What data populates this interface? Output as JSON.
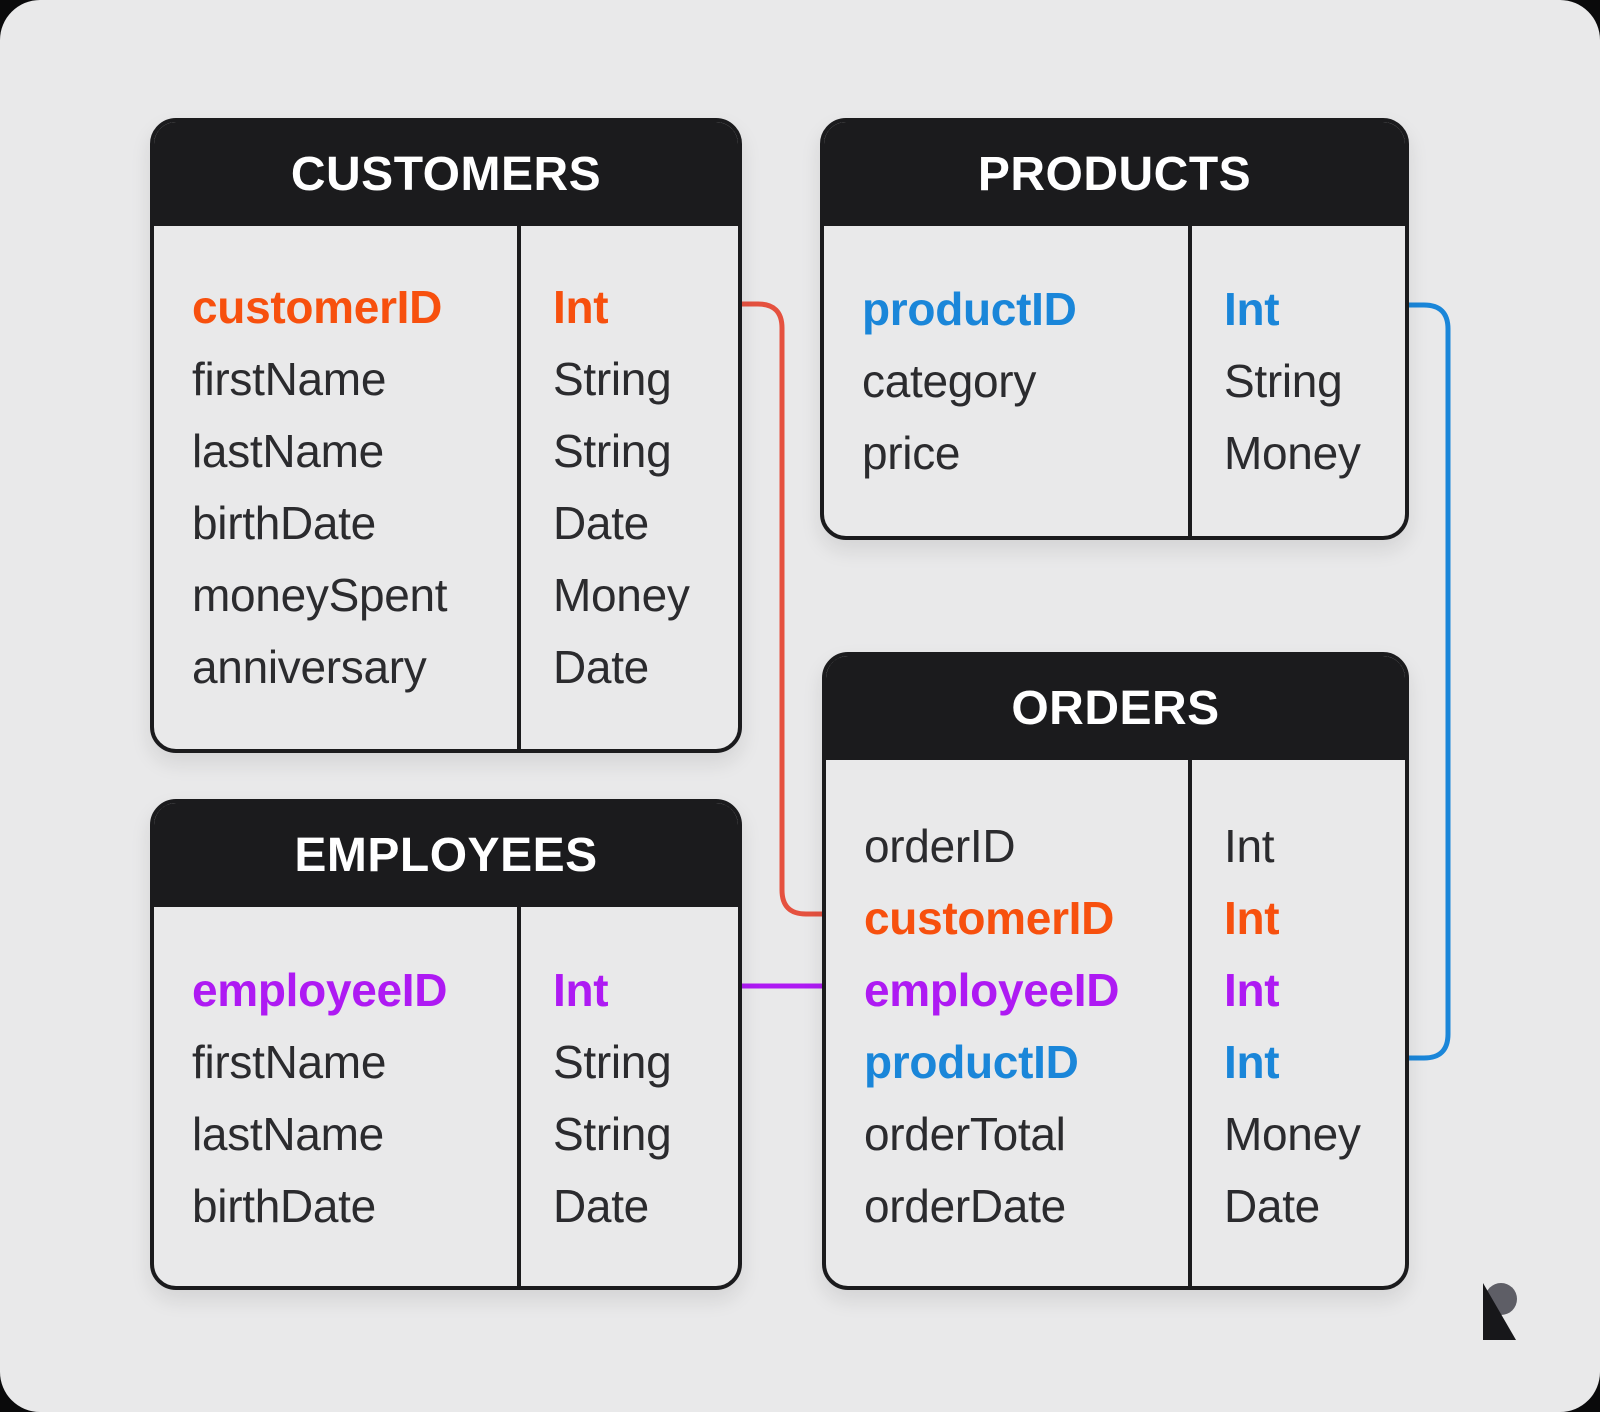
{
  "diagram": {
    "tables": [
      {
        "title": "CUSTOMERS",
        "fields": [
          {
            "name": "customerID",
            "type": "Int",
            "key": "orange"
          },
          {
            "name": "firstName",
            "type": "String"
          },
          {
            "name": "lastName",
            "type": "String"
          },
          {
            "name": "birthDate",
            "type": "Date"
          },
          {
            "name": "moneySpent",
            "type": "Money"
          },
          {
            "name": "anniversary",
            "type": "Date"
          }
        ]
      },
      {
        "title": "PRODUCTS",
        "fields": [
          {
            "name": "productID",
            "type": "Int",
            "key": "blue"
          },
          {
            "name": "category",
            "type": "String"
          },
          {
            "name": "price",
            "type": "Money"
          }
        ]
      },
      {
        "title": "EMPLOYEES",
        "fields": [
          {
            "name": "employeeID",
            "type": "Int",
            "key": "purple"
          },
          {
            "name": "firstName",
            "type": "String"
          },
          {
            "name": "lastName",
            "type": "String"
          },
          {
            "name": "birthDate",
            "type": "Date"
          }
        ]
      },
      {
        "title": "ORDERS",
        "fields": [
          {
            "name": "orderID",
            "type": "Int"
          },
          {
            "name": "customerID",
            "type": "Int",
            "key": "orange"
          },
          {
            "name": "employeeID",
            "type": "Int",
            "key": "purple"
          },
          {
            "name": "productID",
            "type": "Int",
            "key": "blue"
          },
          {
            "name": "orderTotal",
            "type": "Money"
          },
          {
            "name": "orderDate",
            "type": "Date"
          }
        ]
      }
    ],
    "relations": [
      {
        "from": "CUSTOMERS.customerID",
        "to": "ORDERS.customerID",
        "color": "orange"
      },
      {
        "from": "EMPLOYEES.employeeID",
        "to": "ORDERS.employeeID",
        "color": "purple"
      },
      {
        "from": "PRODUCTS.productID",
        "to": "ORDERS.productID",
        "color": "blue"
      }
    ],
    "colors": {
      "orange": "#f7500e",
      "orange_line": "#e5513f",
      "purple": "#ae1af3",
      "blue": "#1a86d9",
      "header": "#1b1b1d",
      "text": "#2b2b2e",
      "panel": "#e9e9ea",
      "logo_dark": "#17171a",
      "logo_gray": "#5e5e66"
    }
  }
}
